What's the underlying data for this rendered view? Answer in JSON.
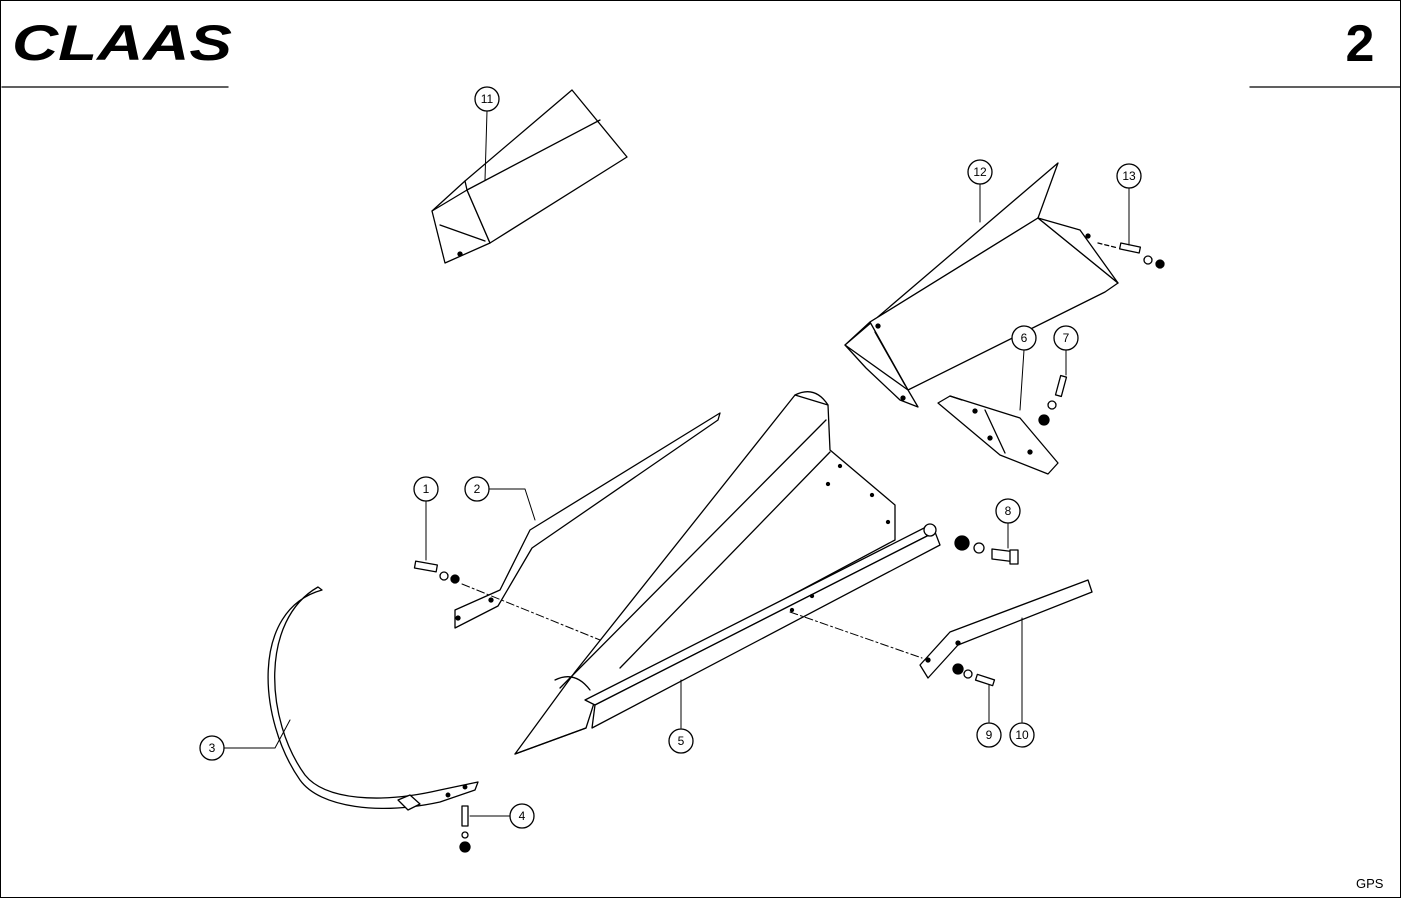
{
  "header": {
    "brand": "CLAAS",
    "page_number": "2"
  },
  "footer": {
    "code": "GPS"
  },
  "callouts": [
    {
      "id": "c1",
      "label": "1"
    },
    {
      "id": "c2",
      "label": "2"
    },
    {
      "id": "c3",
      "label": "3"
    },
    {
      "id": "c4",
      "label": "4"
    },
    {
      "id": "c5",
      "label": "5"
    },
    {
      "id": "c6",
      "label": "6"
    },
    {
      "id": "c7",
      "label": "7"
    },
    {
      "id": "c8",
      "label": "8"
    },
    {
      "id": "c9",
      "label": "9"
    },
    {
      "id": "c10",
      "label": "10"
    },
    {
      "id": "c11",
      "label": "11"
    },
    {
      "id": "c12",
      "label": "12"
    },
    {
      "id": "c13",
      "label": "13"
    }
  ]
}
